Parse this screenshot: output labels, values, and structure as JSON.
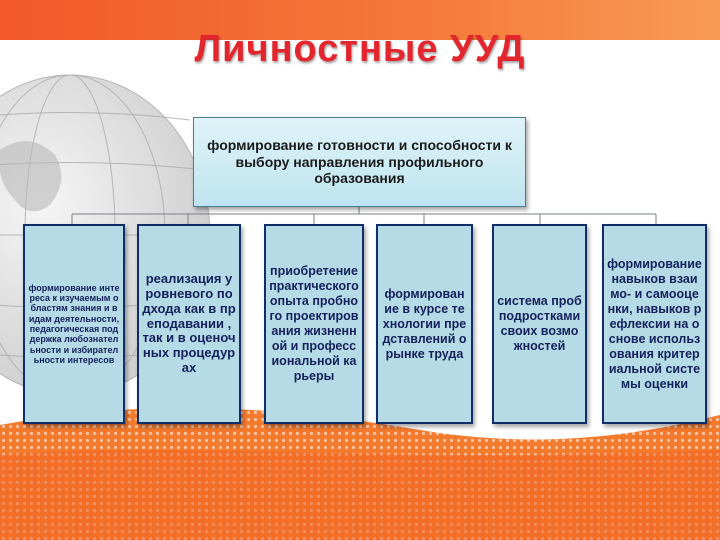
{
  "slide": {
    "title": "Личностные УУД",
    "root": "формирование готовности и способности к выбору направления профильного образования",
    "leaves": [
      "формирование интереса к изучаемым областям знания и видам деятельности, педагогическая поддержка любознательности и избирательности интересов",
      "реализация уровневого подхода как в преподавании , так и в оценочных процедурах",
      "приобретение практического опыта пробного проектирования жизненной и профессиональной карьеры",
      "формирование в курсе технологии представлений о рынке труда",
      "система проб подростками своих возможностей",
      "формирование навыков взаимо- и самооценки, навыков рефлексии на основе использования критериальной системы оценки"
    ]
  },
  "colors": {
    "title": "#e3262d",
    "accent_bar": "#f1582a",
    "root_fill": "#cfeaf2",
    "leaf_fill": "#b6dbe6",
    "leaf_border": "#0f2f66",
    "leaf_text": "#14215a"
  }
}
